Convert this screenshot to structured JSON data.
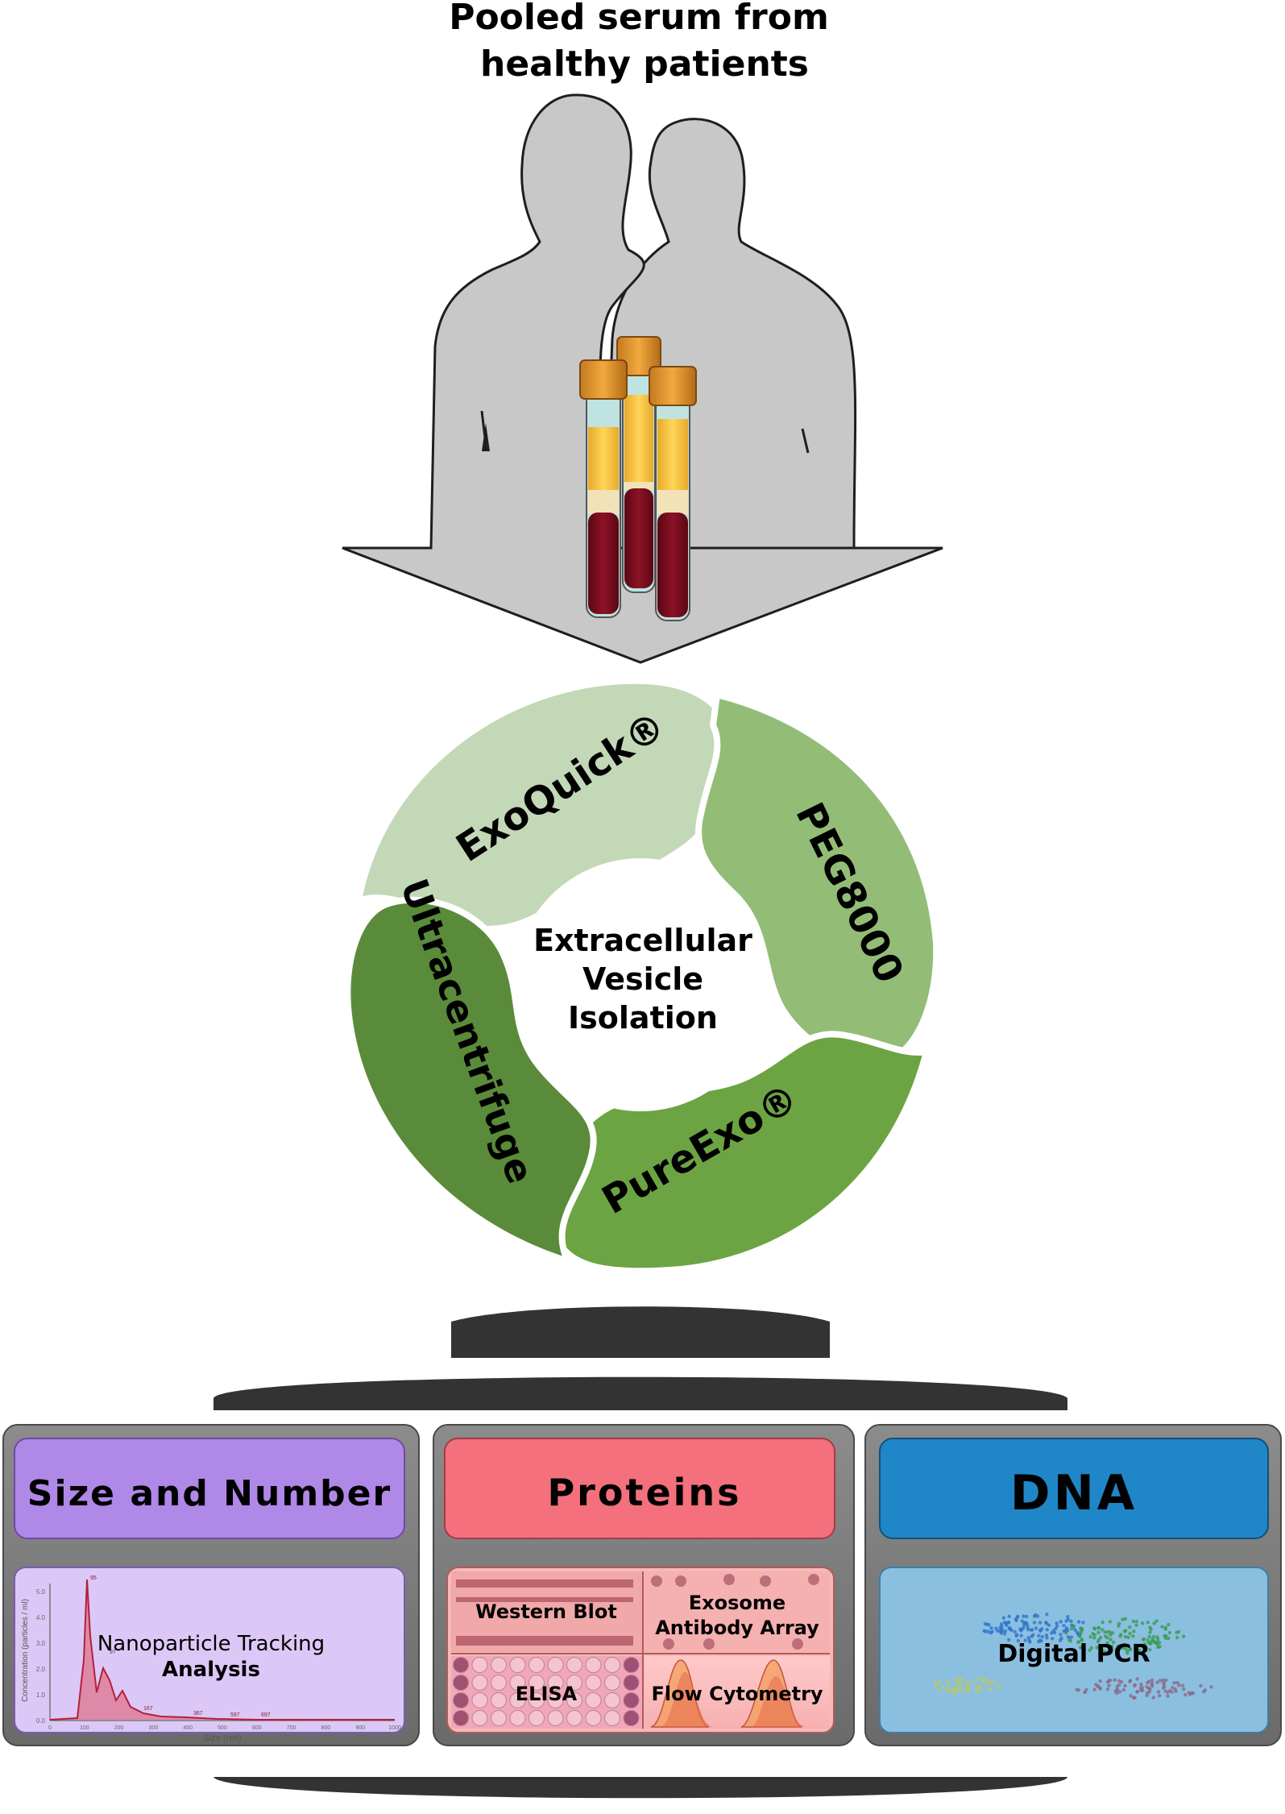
{
  "title_line1": "Pooled serum from",
  "title_line2": "healthy patients",
  "center": [
    "Extracellular",
    "Vesicle",
    "Isolation"
  ],
  "methods": {
    "exoquick": "ExoQuick®",
    "peg": "PEG8000",
    "pureexo": "PureExo®",
    "ultra": "Ultracentrifuge"
  },
  "panels": {
    "size": {
      "header": "Size and Number",
      "line1": "Nanoparticle Tracking",
      "line2": "Analysis",
      "ylabel": "Concentration (particles / ml)",
      "xlabel": "Size (nm)",
      "yticks": [
        "0.0",
        "1.0",
        "2.0",
        "3.0",
        "4.0",
        "5.0"
      ],
      "xticks": [
        "0",
        "100",
        "200",
        "300",
        "400",
        "500",
        "600",
        "700",
        "800",
        "900",
        "1000"
      ],
      "peak_labels": [
        "95",
        "97",
        "167",
        "367",
        "597",
        "697"
      ]
    },
    "proteins": {
      "header": "Proteins",
      "western": "Western Blot",
      "array1": "Exosome",
      "array2": "Antibody Array",
      "elisa": "ELISA",
      "flow": "Flow Cytometry"
    },
    "dna": {
      "header": "DNA",
      "label": "Digital PCR"
    }
  },
  "colors": {
    "figure_gray": "#c8c8c8",
    "ring_light": "#c3d8b7",
    "ring_mid": "#93bd77",
    "ring_green": "#6ca443",
    "ring_dark": "#5a8b3a",
    "size_header": "#b088e8",
    "proteins_header": "#f3707c",
    "dna_header": "#1f86c7",
    "stand": "#333333"
  }
}
